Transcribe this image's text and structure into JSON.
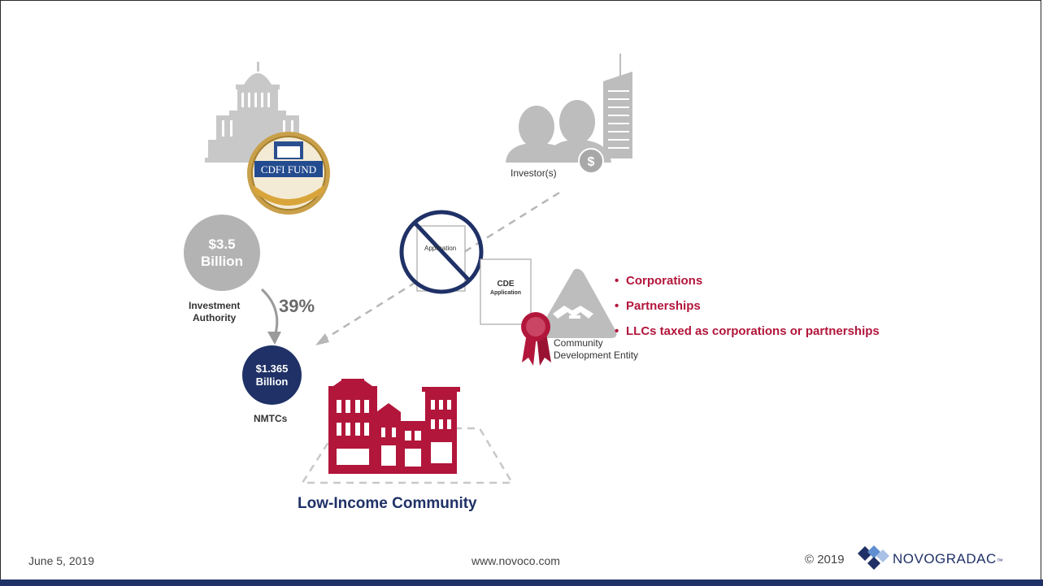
{
  "cdfi": {
    "seal_text": "CDFI FUND"
  },
  "investor": {
    "label": "Investor(s)",
    "coin_symbol": "$"
  },
  "authority": {
    "amount": "$3.5",
    "unit": "Billion",
    "caption_line1": "Investment",
    "caption_line2": "Authority",
    "percent": "39%"
  },
  "nmtc": {
    "amount": "$1.365",
    "unit": "Billion",
    "caption": "NMTCs"
  },
  "application": {
    "label": "Application"
  },
  "cde_application": {
    "line1": "CDE",
    "line2": "Application"
  },
  "cde": {
    "caption_line1": "Community",
    "caption_line2": "Development Entity"
  },
  "entity_types": [
    {
      "label": "Corporations"
    },
    {
      "label": "Partnerships"
    },
    {
      "label": "LLCs taxed as corporations or partnerships"
    }
  ],
  "community": {
    "label": "Low-Income Community"
  },
  "footer": {
    "date": "June 5, 2019",
    "url": "www.novoco.com",
    "copyright": "© 2019",
    "brand": "NOVOGRADAC",
    "brand_suffix": "™"
  },
  "colors": {
    "navy": "#1f3166",
    "crimson": "#b2163b",
    "gray": "#b3b3b3",
    "dark_gray": "#6b6b6b"
  }
}
